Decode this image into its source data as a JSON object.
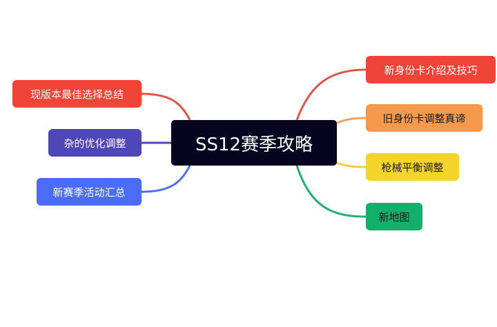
{
  "root": {
    "label": "SS12赛季攻略",
    "color": "#050520"
  },
  "right_nodes": [
    {
      "label": "新身份卡介绍及技巧",
      "color": "#f04438",
      "text_color": "#ffffff"
    },
    {
      "label": "旧身份卡调整真谛",
      "color": "#f59a4c",
      "text_color": "#1a1a1a"
    },
    {
      "label": "枪械平衡调整",
      "color": "#f2d42a",
      "text_color": "#1a1a1a"
    },
    {
      "label": "新地图",
      "color": "#12b06a",
      "text_color": "#1a1a1a"
    }
  ],
  "left_nodes": [
    {
      "label": "现版本最佳选择总结",
      "color": "#f04438",
      "text_color": "#ffffff"
    },
    {
      "label": "杂的优化调整",
      "color": "#4f46b8",
      "text_color": "#ffffff"
    },
    {
      "label": "新赛季活动汇总",
      "color": "#4a6cf7",
      "text_color": "#ffffff"
    }
  ]
}
